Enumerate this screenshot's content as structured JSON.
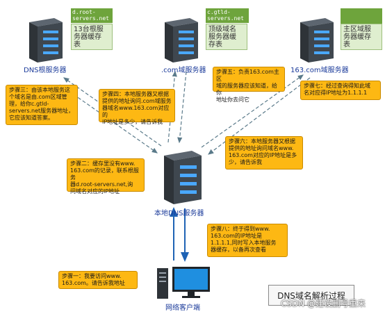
{
  "servers": {
    "root": {
      "name": "DNS根服务器",
      "tag": "d.root-\nservers.net",
      "memo": "13台根服\n务器缓存\n表"
    },
    "tld": {
      "name": ".com域服务器",
      "tag": "c.gtld-\nservers.net",
      "memo": "顶级域名\n服务器缓\n存表"
    },
    "zone": {
      "name": "163.com域服务器",
      "memo": "主区域服\n务器缓存\n表"
    },
    "local": {
      "name": "本地DNS服务器"
    },
    "client": {
      "name": "网络客户端"
    }
  },
  "steps": {
    "step1": "步骤一：我要访问www.\n163.com。请告诉我地址",
    "step2": "步骤二：缓存里没有www.\n163.com的记录，联系根服务\n器d.root-servers.net,询\n问域名对应的IP地址",
    "step3": "步骤三：由该本地服务这\n个域名是由.com区域管\n理，给你c.gtld-\nservers.net服务器地址，\n它应该知道答案。",
    "step4": "步骤四：本地服务器又根据\n提供的地址询问.com域服务\n器域名www.163.com对应的\nIP地址是多少，请告诉我",
    "step5": "步骤五：负责163.com主区\n域的服务器应该知道，给你\n地址你去问它",
    "step6": "步骤六：本地服务器又根据\n提供的地址询问域名www.\n163.com对应的IP地址是多\n少，请告诉我",
    "step7": "步骤七：经过查询得知此域\n名对应得IP地址为1.1.1.1",
    "step8": "步骤八：终于得到www.\n163.com的IP地址是\n1.1.1.1,同时写入本地服务\n器缓存，以备再次查看"
  },
  "diagram_title": "DNS域名解析过程",
  "watermark": "CSDN @建设删号重来",
  "colors": {
    "note": "#fdb813",
    "tag": "#6ea43c",
    "memo": "#dfeecf",
    "arrow_dashed": "#5a7a8a",
    "arrow_solid": "#1e63b5"
  }
}
